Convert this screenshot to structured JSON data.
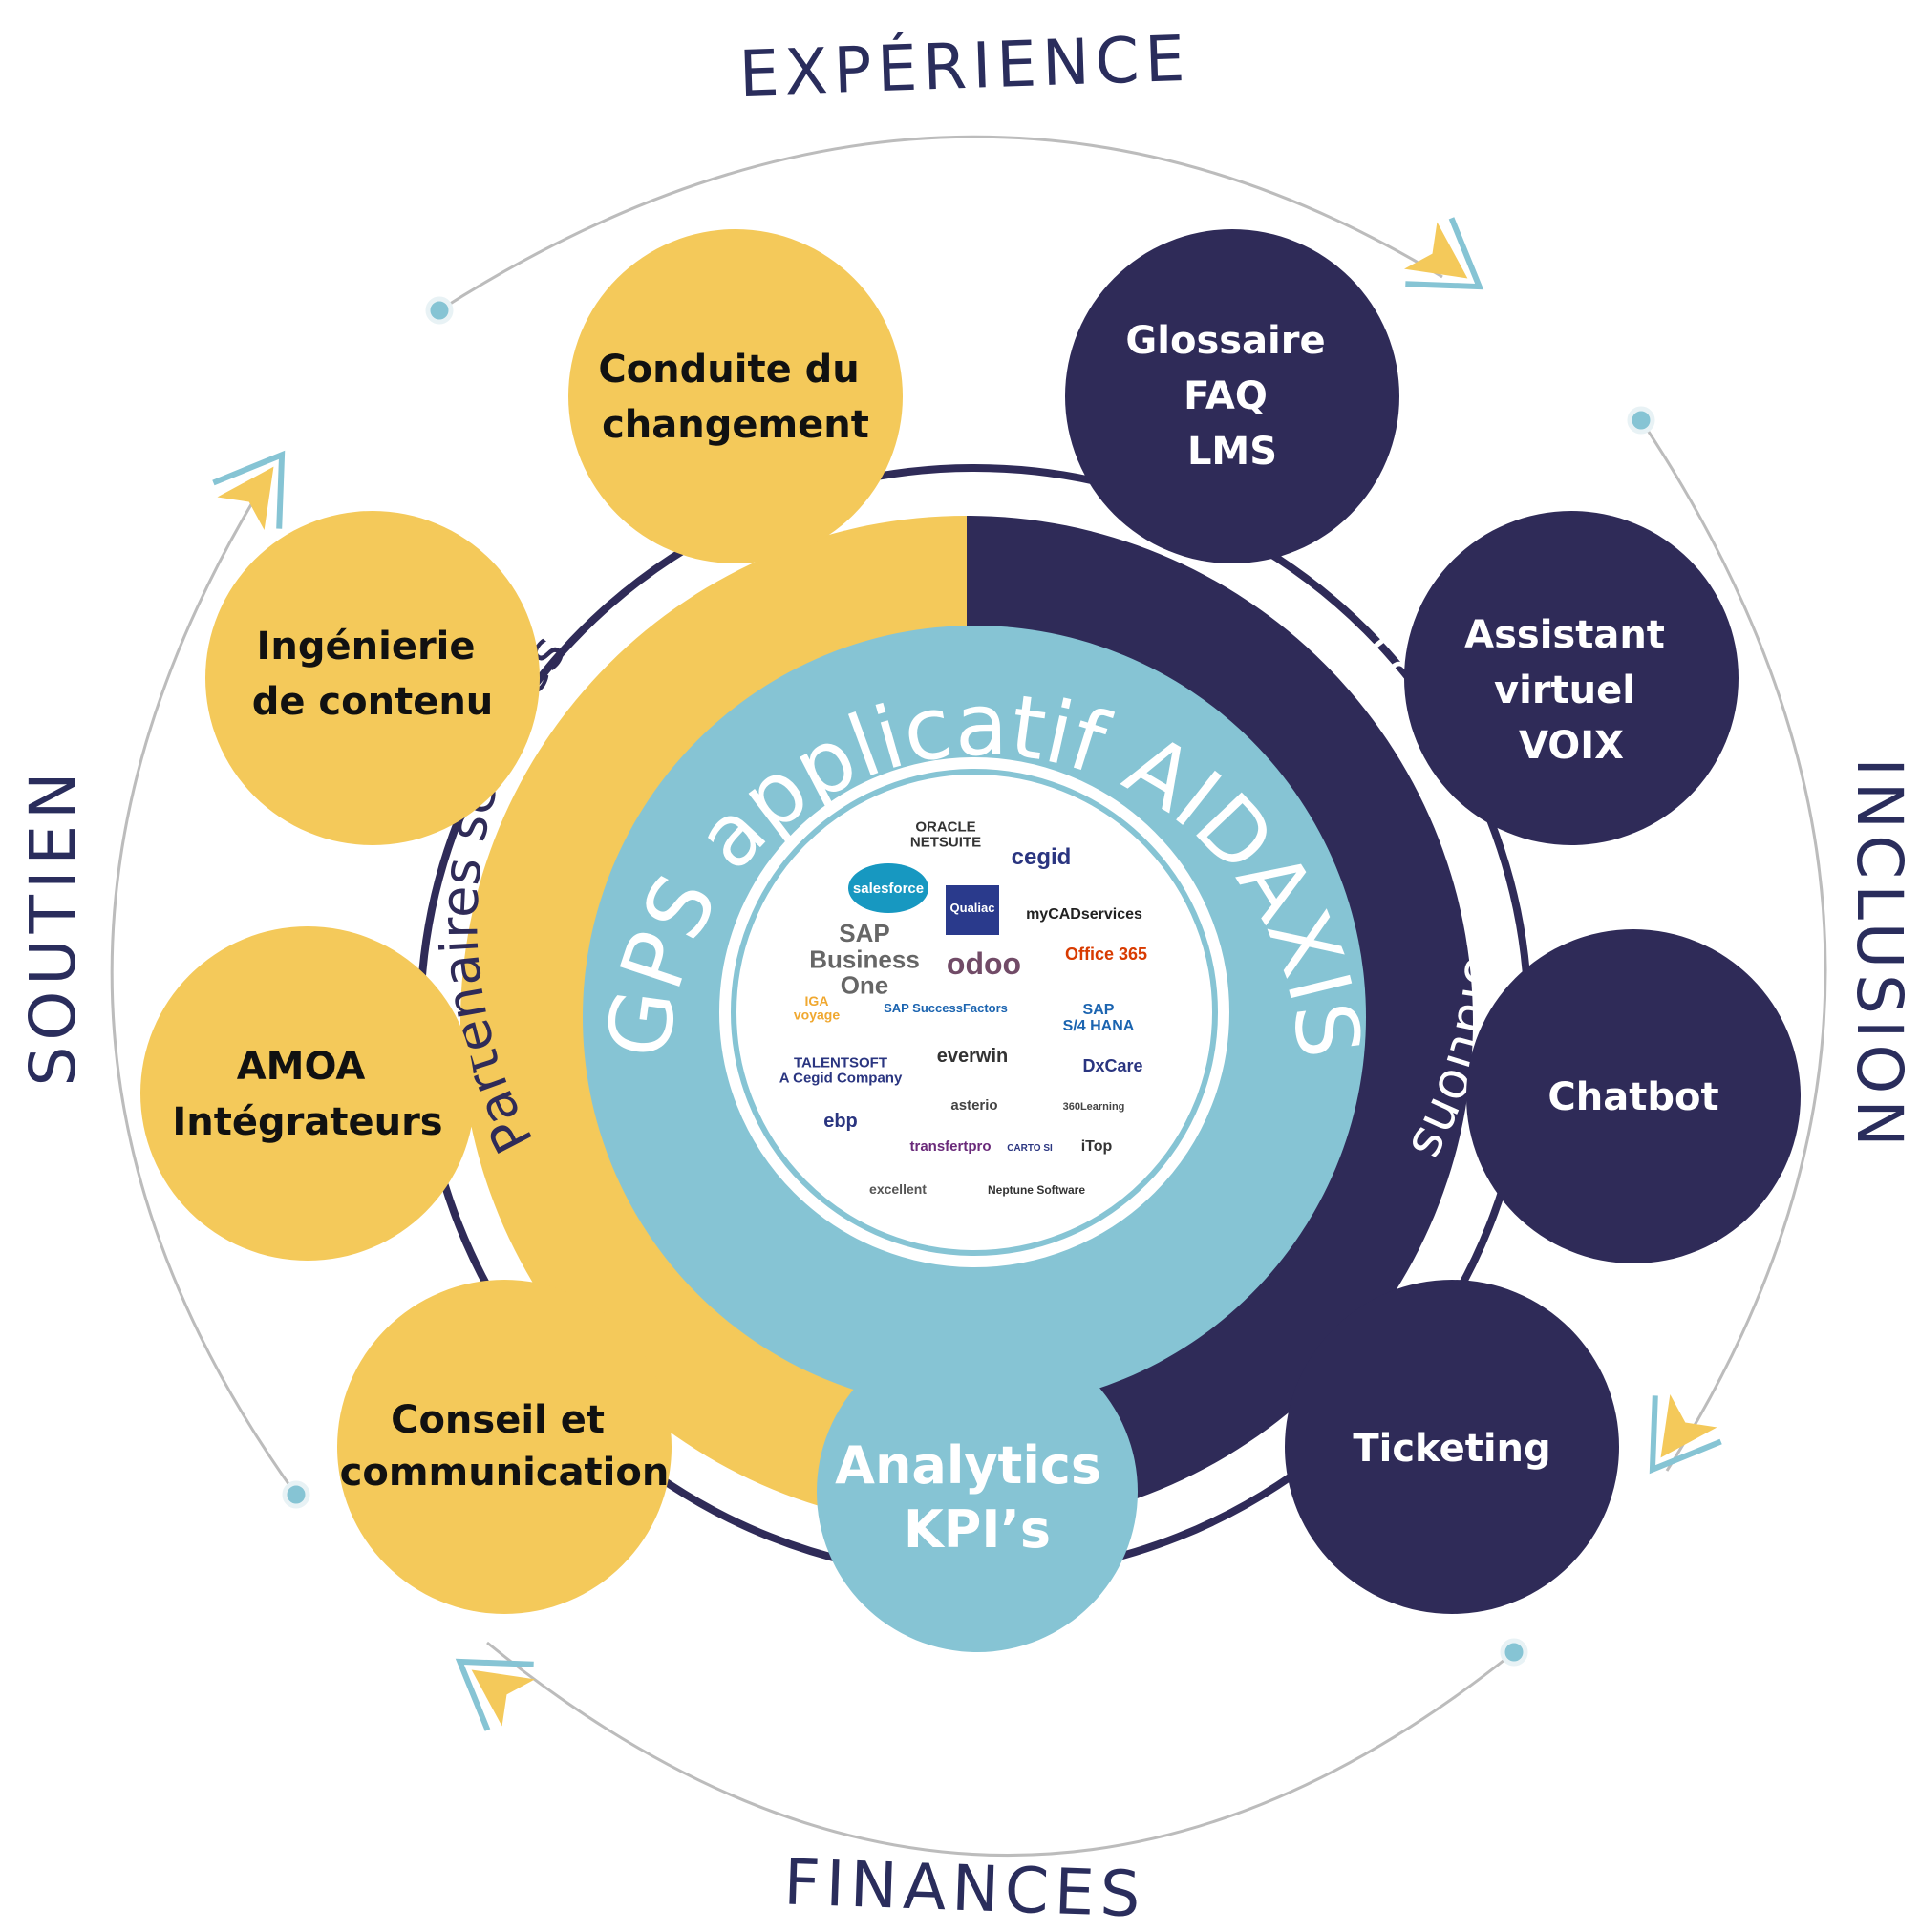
{
  "colors": {
    "yellow": "#f4c95a",
    "navy": "#2f2b58",
    "teal": "#86c4d4",
    "white": "#ffffff",
    "arc_gray": "#bcbcbc",
    "label_navy": "#2a2d5c"
  },
  "outer_labels": {
    "top": "EXPÉRIENCE",
    "right": "INCLUSION",
    "bottom": "FINANCES",
    "left": "SOUTIEN"
  },
  "ring_labels": {
    "left": "Partenaires services",
    "right": "Partenaires solutions"
  },
  "center": {
    "title": "GPS applicatif AIDAXIS"
  },
  "analytics": {
    "line1": "Analytics",
    "line2": "KPI’s"
  },
  "services_bubbles": [
    {
      "lines": [
        "Conduite du",
        "changement"
      ]
    },
    {
      "lines": [
        "Ingénierie",
        "de contenu"
      ]
    },
    {
      "lines": [
        "AMOA",
        "Intégrateurs"
      ]
    },
    {
      "lines": [
        "Conseil et",
        "communication"
      ]
    }
  ],
  "solutions_bubbles": [
    {
      "lines": [
        "Glossaire",
        "FAQ",
        "LMS"
      ]
    },
    {
      "lines": [
        "Assistant",
        "virtuel",
        "VOIX"
      ]
    },
    {
      "lines": [
        "Chatbot"
      ]
    },
    {
      "lines": [
        "Ticketing"
      ]
    }
  ],
  "partner_logos": [
    {
      "name": "oracle-netsuite-logo",
      "lines": [
        "ORACLE",
        "NETSUITE"
      ],
      "color": "#333333"
    },
    {
      "name": "cegid-logo",
      "lines": [
        "cegid"
      ],
      "color": "#2a3580"
    },
    {
      "name": "salesforce-logo",
      "lines": [
        "salesforce"
      ],
      "color": "#ffffff"
    },
    {
      "name": "qualiac-logo",
      "lines": [
        "Qualiac"
      ],
      "color": "#ffffff"
    },
    {
      "name": "mycadservices-logo",
      "lines": [
        "myCADservices"
      ],
      "color": "#222222"
    },
    {
      "name": "sap-business-one-logo",
      "lines": [
        "SAP",
        "Business",
        "One"
      ],
      "color": "#666666"
    },
    {
      "name": "odoo-logo",
      "lines": [
        "odoo"
      ],
      "color": "#714b67"
    },
    {
      "name": "office365-logo",
      "lines": [
        "Office 365"
      ],
      "color": "#d83b01"
    },
    {
      "name": "iga-voyage-logo",
      "lines": [
        "IGA",
        "voyage"
      ],
      "color": "#f0a830"
    },
    {
      "name": "sap-successfactors-logo",
      "lines": [
        "SAP SuccessFactors"
      ],
      "color": "#1b64b0"
    },
    {
      "name": "sap-s4hana-logo",
      "lines": [
        "SAP",
        "S/4 HANA"
      ],
      "color": "#1b64b0"
    },
    {
      "name": "talentsoft-logo",
      "lines": [
        "TALENTSOFT",
        "A Cegid Company"
      ],
      "color": "#2a3580"
    },
    {
      "name": "everwin-logo",
      "lines": [
        "everwin"
      ],
      "color": "#333333"
    },
    {
      "name": "dxcare-logo",
      "lines": [
        "DxCare"
      ],
      "color": "#2a3580"
    },
    {
      "name": "ebp-logo",
      "lines": [
        "ebp"
      ],
      "color": "#2a3580"
    },
    {
      "name": "asterio-logo",
      "lines": [
        "asterio"
      ],
      "color": "#444444"
    },
    {
      "name": "360learning-logo",
      "lines": [
        "360Learning"
      ],
      "color": "#444444"
    },
    {
      "name": "transfertpro-logo",
      "lines": [
        "transfertpro"
      ],
      "color": "#6a2a7a"
    },
    {
      "name": "cartosi-logo",
      "lines": [
        "CARTO SI"
      ],
      "color": "#2a3580"
    },
    {
      "name": "itop-logo",
      "lines": [
        "iTop"
      ],
      "color": "#333333"
    },
    {
      "name": "excellent-logo",
      "lines": [
        "excellent"
      ],
      "color": "#555555"
    },
    {
      "name": "neptune-software-logo",
      "lines": [
        "Neptune Software"
      ],
      "color": "#333333"
    }
  ]
}
